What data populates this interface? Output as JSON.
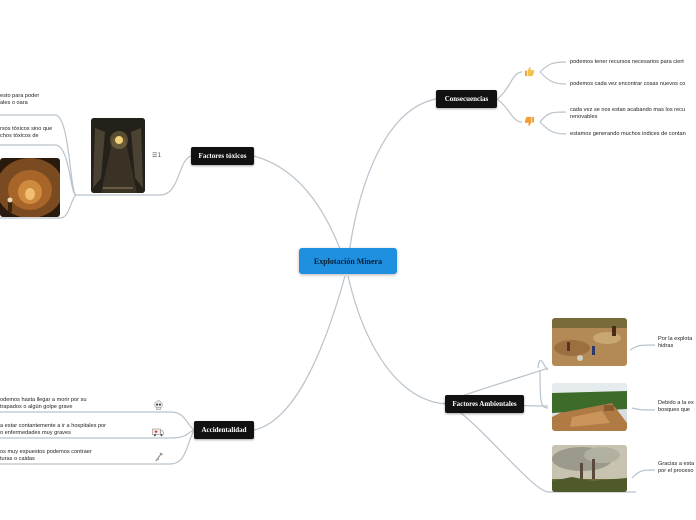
{
  "central": "Explotación Minera",
  "branches": {
    "consecuencias": {
      "title": "Consecuencias",
      "positive_icon": "thumbs-up-icon",
      "negative_icon": "thumbs-down-icon",
      "positives": [
        "podemos tener recursos necesarios para ciert",
        "podemos cada vez encontrar cosas nuevos co"
      ],
      "negatives": [
        [
          "cada vez se nos estan acabando mas los recu",
          "renovables"
        ],
        [
          "estamos generando muchos indices de contan"
        ]
      ]
    },
    "factores_toxicos": {
      "title": "Factores tóxicos",
      "attachment_badge": "1",
      "items": [
        [
          "esto para poder",
          "ales o oara"
        ],
        [
          "rsos tóxicos sino que",
          "chos tóxicos de"
        ]
      ]
    },
    "accidentalidad": {
      "title": "Accidentalidad",
      "items": [
        {
          "icon": "skull-icon",
          "lines": [
            "odemos hasta llegar a morir por su",
            "trapados o algún golpe grave"
          ]
        },
        {
          "icon": "ambulance-icon",
          "lines": [
            "a estar contantemente a ir a hospitales por",
            "o enfermedades muy graves"
          ]
        },
        {
          "icon": "crutch-icon",
          "lines": [
            "os muy expuestos podemos contraer",
            "turas o caidas"
          ]
        }
      ]
    },
    "factores_ambientales": {
      "title": "Factores Ambientales",
      "items": [
        [
          "Por la explota",
          "hidras"
        ],
        [
          "Debido a la ex",
          "bosques que"
        ],
        [
          "Gracias a esta",
          "por el proceso"
        ]
      ]
    }
  },
  "colors": {
    "central": "#1f8fe0",
    "node": "#111111",
    "link": "#b9c3cc"
  }
}
